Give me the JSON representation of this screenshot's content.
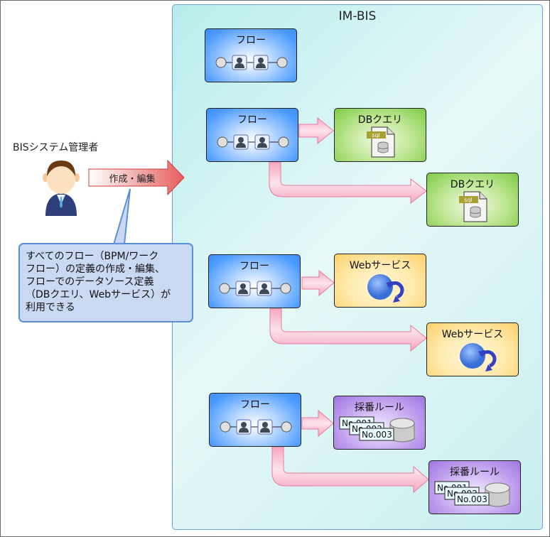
{
  "container": {
    "title": "IM-BIS"
  },
  "admin": {
    "label": "BISシステム管理者",
    "action_label": "作成・編集"
  },
  "callout": {
    "lines": [
      "すべてのフロー（BPM/ワーク",
      "フロー）の定義の作成・編集、",
      "フローでのデータソース定義",
      "（DBクエリ、Webサービス）が",
      "利用できる"
    ]
  },
  "flows": [
    {
      "label": "フロー"
    },
    {
      "label": "フロー"
    },
    {
      "label": "フロー"
    },
    {
      "label": "フロー"
    }
  ],
  "datasources": [
    {
      "label": "DBクエリ",
      "icon": "sql-file-icon",
      "badge": "sql"
    },
    {
      "label": "DBクエリ",
      "icon": "sql-file-icon",
      "badge": "sql"
    },
    {
      "label": "Webサービス",
      "icon": "globe-sync-icon"
    },
    {
      "label": "Webサービス",
      "icon": "globe-sync-icon"
    },
    {
      "label": "採番ルール",
      "icon": "numbering-icon",
      "tickets": [
        "No.001",
        "No.002",
        "No.003"
      ]
    },
    {
      "label": "採番ルール",
      "icon": "numbering-icon",
      "tickets": [
        "No.001",
        "No.002",
        "No.003"
      ]
    }
  ],
  "colors": {
    "flow_blue": "#4d9cff",
    "db_green": "#7ccb45",
    "ws_yellow": "#fdd06a",
    "num_purple": "#9d74e0",
    "arrow_pink": "#f4a8c0",
    "edit_arrow_red": "#e86a6a",
    "callout_bg": "#c9d9f4"
  }
}
